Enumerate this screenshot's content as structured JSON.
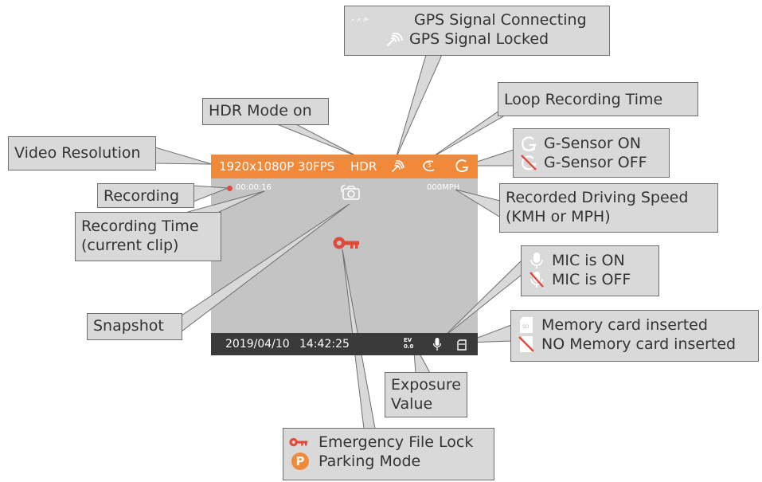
{
  "screen": {
    "resolution": "1920x1080P 30FPS",
    "hdr": "HDR",
    "rec_time": "00:00:16",
    "speed": "000MPH",
    "date": "2019/04/10",
    "time": "14:42:25",
    "ev_top": "EV",
    "ev_bottom": "0.0",
    "icons": [
      "gps-signal-icon",
      "loop-recording-icon",
      "g-sensor-icon",
      "snapshot-icon",
      "key-lock-icon",
      "mic-icon",
      "memory-card-icon",
      "recording-dot-icon"
    ]
  },
  "labels": {
    "video_resolution": "Video Resolution",
    "hdr_mode": "HDR Mode on",
    "recording": "Recording",
    "recording_time": [
      "Recording Time",
      "(current clip)"
    ],
    "snapshot": "Snapshot",
    "gps_connecting": "GPS Signal Connecting",
    "gps_locked": "GPS Signal Locked",
    "loop_recording": "Loop Recording Time",
    "gsensor_on": "G-Sensor ON",
    "gsensor_off": "G-Sensor OFF",
    "speed": [
      "Recorded Driving Speed",
      "(KMH or MPH)"
    ],
    "mic_on": "MIC is ON",
    "mic_off": "MIC is OFF",
    "card_in": "Memory card inserted",
    "card_out": "NO Memory card inserted",
    "exposure": [
      "Exposure",
      "Value"
    ],
    "emergency_lock": "Emergency File Lock",
    "parking": "Parking Mode",
    "parking_glyph": "P"
  },
  "colors": {
    "orange": "#f0893a",
    "red": "#e04a3a",
    "screen_gray": "#c4c4c4",
    "bar_dark": "#3a3a3a",
    "callout_bg": "#d9d9d9",
    "callout_border": "#6e6e6e",
    "text": "#333333",
    "icon_white": "#ffffff"
  }
}
